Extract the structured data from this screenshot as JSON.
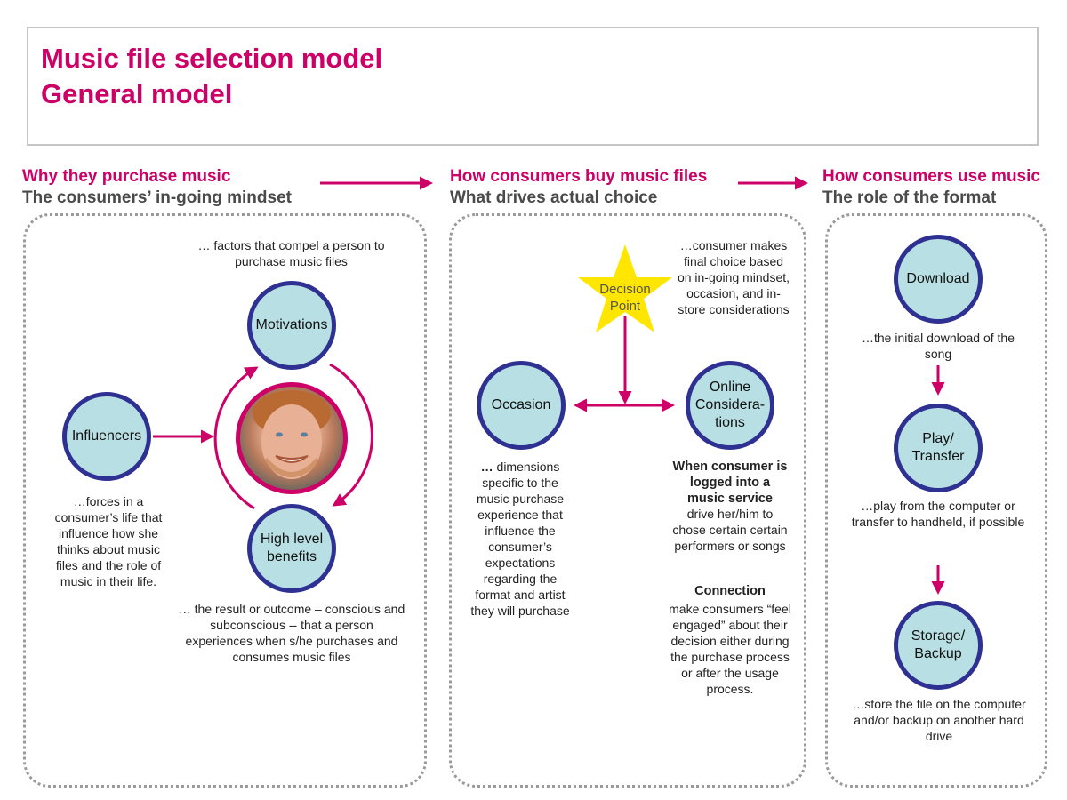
{
  "title": {
    "line1": "Music file selection model",
    "line2": "General model"
  },
  "colors": {
    "accent": "#cc0066",
    "node_fill": "#b8dfe3",
    "node_border": "#2e3192",
    "star": "#ffe600",
    "subheading": "#4a4a4a"
  },
  "sections": [
    {
      "heading": "Why they purchase music",
      "subheading": "The consumers’ in-going mindset"
    },
    {
      "heading": "How consumers buy music files",
      "subheading": "What drives actual choice"
    },
    {
      "heading": "How consumers use music",
      "subheading": "The role of the format"
    }
  ],
  "mindset": {
    "motivations": {
      "label": "Motivations",
      "desc": "… factors that compel a person to purchase music files"
    },
    "influencers": {
      "label": "Influencers",
      "desc": "…forces in a consumer’s life that influence how she thinks about music files and the role of music in their life."
    },
    "benefits": {
      "label_line1": "High level",
      "label_line2": "benefits",
      "desc": "… the result or outcome – conscious and subconscious --  that a person experiences when s/he purchases and consumes music files"
    },
    "photo": {
      "icon": "consumer-photo"
    }
  },
  "choice": {
    "decision": {
      "label_line1": "Decision",
      "label_line2": "Point",
      "desc": "…consumer makes final choice based on in-going mindset, occasion, and in-store considerations"
    },
    "occasion": {
      "label": "Occasion",
      "desc_lead": "…",
      "desc": " dimensions specific to the music purchase experience that influence the consumer’s expectations regarding the format and artist they will purchase"
    },
    "online": {
      "label_line1": "Online",
      "label_line2": "Considera-",
      "label_line3": "tions",
      "heading1": "When consumer is logged into a music service",
      "desc1": "drive her/him to chose certain certain performers or songs",
      "heading2": "Connection",
      "desc2": "make consumers “feel engaged” about their decision either during the purchase process or after the usage process."
    }
  },
  "usage": {
    "download": {
      "label": "Download",
      "desc": "…the initial download of the song"
    },
    "play": {
      "label_line1": "Play/",
      "label_line2": "Transfer",
      "desc": "…play from the computer or transfer to handheld, if possible"
    },
    "storage": {
      "label_line1": "Storage/",
      "label_line2": "Backup",
      "desc": "…store the file on the computer and/or backup on another hard drive"
    }
  }
}
